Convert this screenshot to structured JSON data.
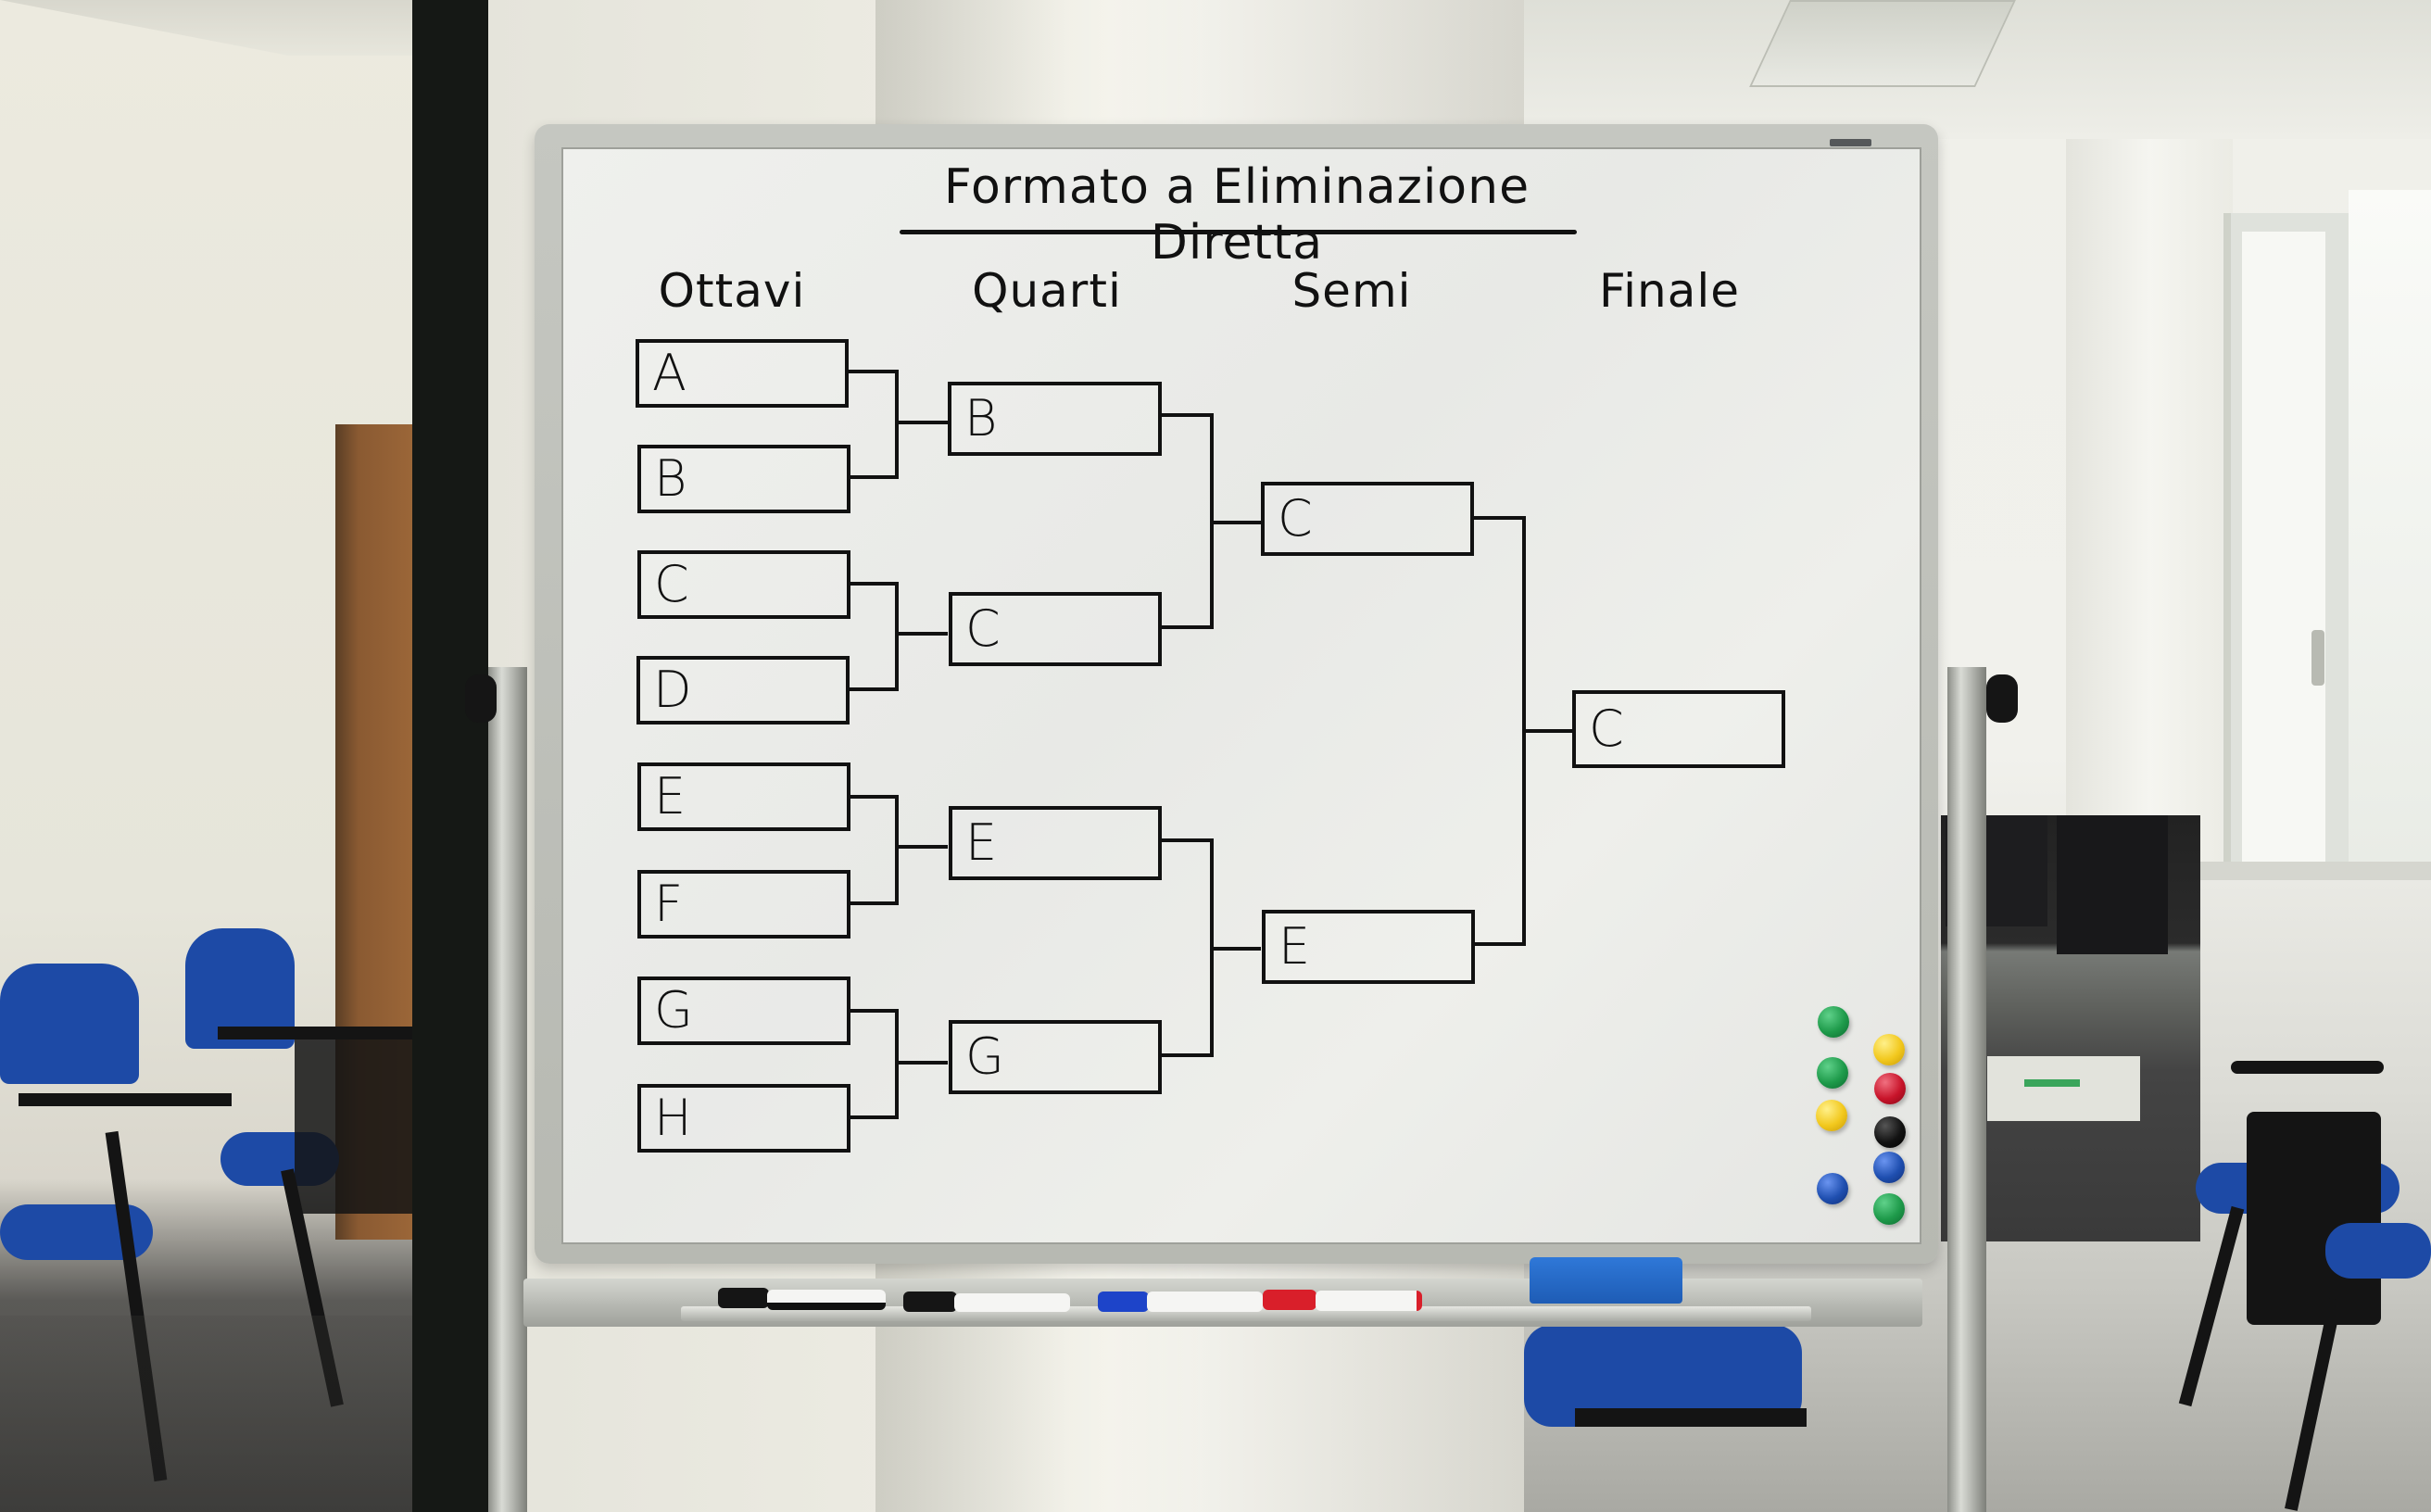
{
  "board": {
    "title": "Formato a Eliminazione Diretta",
    "columns": [
      {
        "label": "Ottavi"
      },
      {
        "label": "Quarti"
      },
      {
        "label": "Semi"
      },
      {
        "label": "Finale"
      }
    ],
    "rounds": {
      "ottavi": [
        "A",
        "B",
        "C",
        "D",
        "E",
        "F",
        "G",
        "H"
      ],
      "quarti": [
        "B",
        "C",
        "E",
        "G"
      ],
      "semi": [
        "C",
        "E"
      ],
      "finale": [
        "C"
      ]
    }
  },
  "magnets": {
    "left_column": [
      "green",
      "green",
      "yellow",
      "blue"
    ],
    "right_column": [
      "yellow",
      "red",
      "black",
      "blue",
      "green"
    ],
    "colors": {
      "green": "#1e9a4a",
      "yellow": "#f2c81d",
      "red": "#c8142a",
      "black": "#121212",
      "blue": "#1f4fb0"
    }
  },
  "tray": {
    "markers": [
      {
        "color": "black",
        "cap": "#151515"
      },
      {
        "color": "black",
        "cap": "#151515"
      },
      {
        "color": "blue",
        "cap": "#1d44c9"
      },
      {
        "color": "red",
        "cap": "#d91f2a"
      }
    ],
    "eraser_color": "#2a6fd0"
  },
  "colors": {
    "ink": "#111111",
    "board_surface": "#eceeeb",
    "frame": "#bfc1bb"
  }
}
